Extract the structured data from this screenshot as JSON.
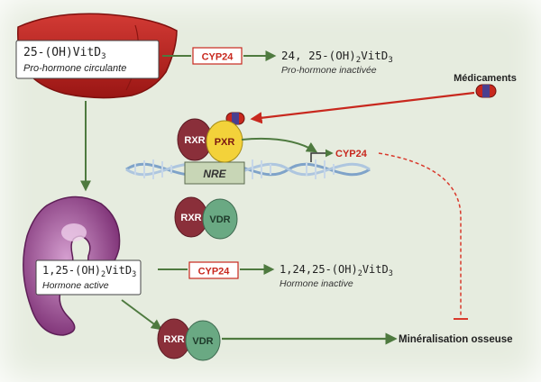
{
  "liver_box": {
    "line1_main": "25-(OH)VitD",
    "line1_sub": "3",
    "line2": "Pro-hormone circulante"
  },
  "cyp_top": "CYP24",
  "product_top": {
    "line1_main": "24, 25-(OH)",
    "line1_sub1": "2",
    "line1_mid": "VitD",
    "line1_sub2": "3",
    "line2": "Pro-hormone inactivée"
  },
  "drugs_label": "Médicaments",
  "rxr_label": "RXR",
  "pxr_label": "PXR",
  "vdr_label": "VDR",
  "nre_label": "NRE",
  "cyp_mid": "CYP24",
  "kidney_box": {
    "line1_main": "1,25-(OH)",
    "line1_sub1": "2",
    "line1_mid": "VitD",
    "line1_sub2": "3",
    "line2": "Hormone active"
  },
  "cyp_bottom": "CYP24",
  "product_bottom": {
    "line1_main": "1,24,25-(OH)",
    "line1_sub1": "2",
    "line1_mid": "VitD",
    "line1_sub2": "3",
    "line2": "Hormone inactive"
  },
  "mineralisation_label": "Minéralisation osseuse",
  "colors": {
    "green_arrow": "#4e7a3f",
    "red_arrow": "#c8281e",
    "liver": "#b81f1c",
    "kidney": "#8f3d86",
    "rxr": "#8a2f3a",
    "pxr": "#f3d23a",
    "vdr": "#6aa983"
  }
}
